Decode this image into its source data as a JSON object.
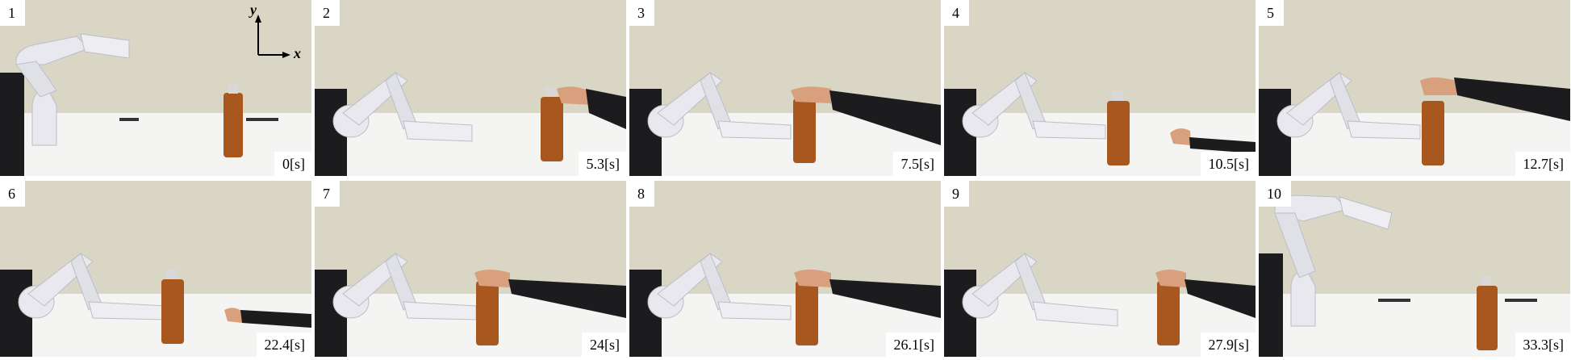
{
  "panels": [
    {
      "num": "1",
      "time": "0[s]"
    },
    {
      "num": "2",
      "time": "5.3[s]"
    },
    {
      "num": "3",
      "time": "7.5[s]"
    },
    {
      "num": "4",
      "time": "10.5[s]"
    },
    {
      "num": "5",
      "time": "12.7[s]"
    },
    {
      "num": "6",
      "time": "22.4[s]"
    },
    {
      "num": "7",
      "time": "24[s]"
    },
    {
      "num": "8",
      "time": "26.1[s]"
    },
    {
      "num": "9",
      "time": "27.9[s]"
    },
    {
      "num": "10",
      "time": "33.3[s]"
    }
  ],
  "axes": {
    "x_label": "x",
    "y_label": "y"
  },
  "colors": {
    "wall": "#d9d6c6",
    "table": "#f4f4f2",
    "bottle": "#a8571f",
    "arm": "#e8e8ee",
    "sleeve": "#1c1c1e",
    "hand": "#d9a07e"
  },
  "icons": {
    "robot": "robot-arm",
    "bottle": "bottle",
    "hand": "human-hand"
  }
}
